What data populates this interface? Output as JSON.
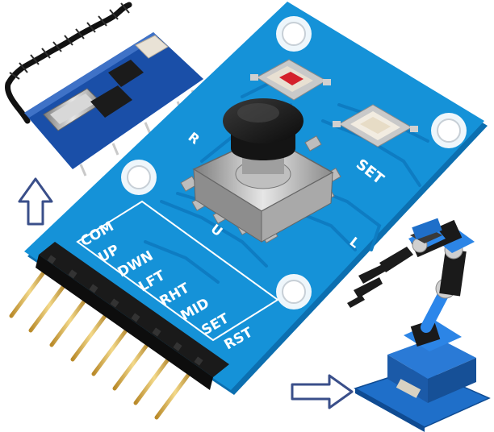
{
  "board": {
    "pin_labels": [
      "COM",
      "UP",
      "DWN",
      "LFT",
      "RHT",
      "MID",
      "SET",
      "RST"
    ],
    "button_label_set": "SET",
    "silk_r": "R",
    "silk_u": "U",
    "silk_l": "L"
  },
  "colors": {
    "pcb_blue": "#1592d8",
    "pcb_dark": "#0c6fb0",
    "rf_module_blue": "#1a4fa8",
    "robot_blue": "#1f6fc9",
    "arrow_outline": "#3a4f8a"
  },
  "icons": {
    "arrow_up": "arrow-up-icon",
    "arrow_right": "arrow-right-icon"
  }
}
